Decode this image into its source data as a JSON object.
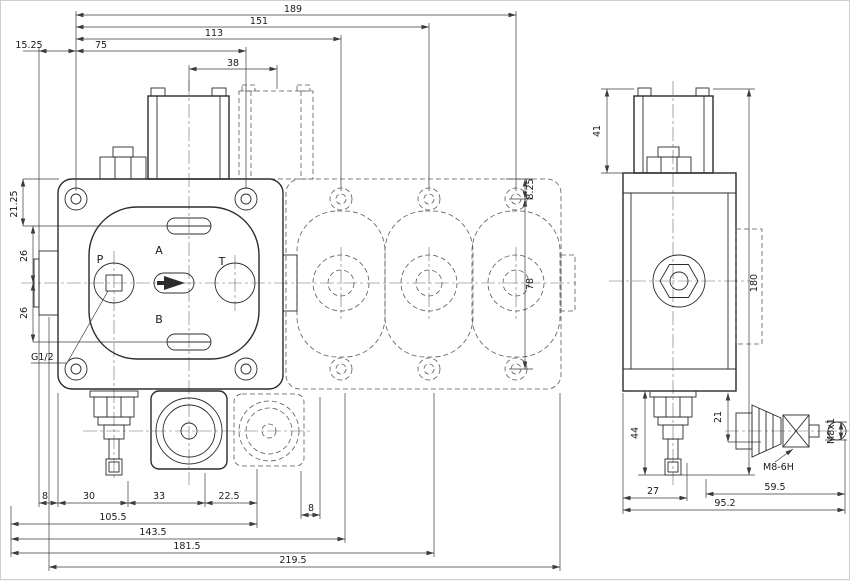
{
  "drawing": {
    "type": "engineering-dimension-drawing",
    "subject": "sectional directional control valve, front and side views with phantom additional sections",
    "line_color": "#2b2b2b",
    "background": "#ffffff",
    "views": {
      "front": {
        "ports": {
          "p": "P",
          "a": "A",
          "t": "T",
          "b": "B",
          "g_thread": "G1/2"
        },
        "dims": {
          "d189": "189",
          "d151": "151",
          "d113": "113",
          "d75": "75",
          "d15_25": "15.25",
          "d38": "38",
          "d21_25": "21.25",
          "d26": "26",
          "d8_25": "8.25",
          "d78": "78",
          "d8": "8",
          "d30": "30",
          "d33": "33",
          "d22_5": "22.5",
          "d105_5": "105.5",
          "d143_5": "143.5",
          "d181_5": "181.5",
          "d219_5": "219.5"
        }
      },
      "side": {
        "dims": {
          "d41": "41",
          "d180": "180",
          "d44": "44",
          "d21": "21",
          "d27": "27",
          "d59_5": "59.5",
          "d95_2": "95.2"
        },
        "callouts": {
          "m8_6h": "M8-6H",
          "m8x1": "M8x1"
        }
      }
    }
  }
}
